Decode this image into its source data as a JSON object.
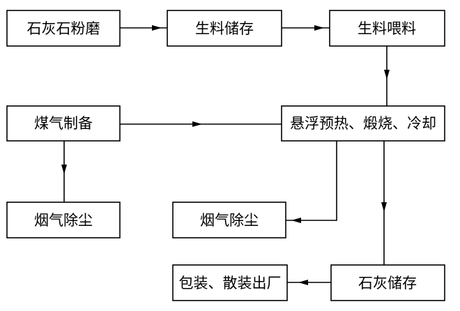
{
  "nodes": {
    "limestone_grinding": "石灰石粉磨",
    "raw_meal_storage": "生料储存",
    "raw_meal_feeding": "生料喂料",
    "gas_preparation": "煤气制备",
    "calcination": "悬浮预热、煅烧、冷却",
    "flue_dust_removal_left": "烟气除尘",
    "flue_dust_removal_center": "烟气除尘",
    "lime_storage": "石灰储存",
    "packaging_shipping": "包装、散装出厂"
  },
  "colors": {
    "stroke": "#000000",
    "background": "#ffffff"
  }
}
